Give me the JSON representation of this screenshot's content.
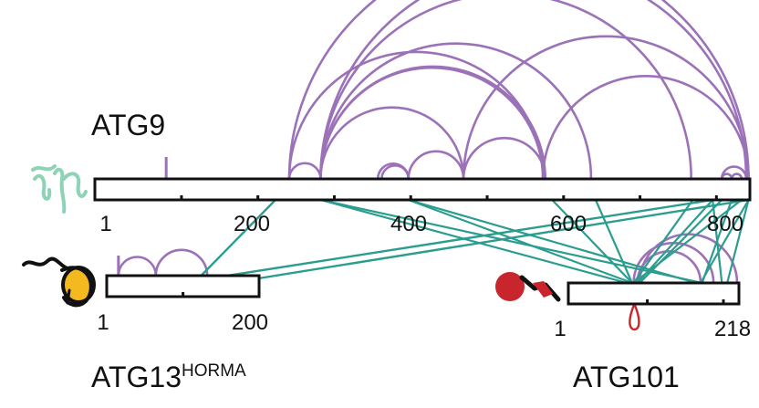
{
  "colors": {
    "intra_link": "#9b72b8",
    "inter_link": "#2a9d8f",
    "bar_outline": "#111111",
    "atg9_icon": "#8fd3b6",
    "atg13_icon": "#f3b91f",
    "atg101_icon": "#c9252d"
  },
  "proteins": {
    "atg9": {
      "name": "ATG9",
      "length": 839,
      "ticks": [
        "1",
        "200",
        "400",
        "600",
        "800"
      ],
      "icon": "atg9-membrane-icon"
    },
    "atg13": {
      "name": "ATG13",
      "superscript": "HORMA",
      "length": 200,
      "ticks": [
        "1",
        "200"
      ],
      "icon": "atg13-horma-icon"
    },
    "atg101": {
      "name": "ATG101",
      "length": 218,
      "ticks": [
        "1",
        "218"
      ],
      "icon": "atg101-icon"
    }
  },
  "crosslinks": {
    "atg9_intra": [
      [
        241,
        282
      ],
      [
        241,
        573
      ],
      [
        241,
        842
      ],
      [
        282,
        573
      ],
      [
        282,
        636
      ],
      [
        282,
        767
      ],
      [
        282,
        839
      ],
      [
        282,
        469
      ],
      [
        282,
        576
      ],
      [
        357,
        397
      ],
      [
        362,
        397
      ],
      [
        397,
        469
      ],
      [
        469,
        576
      ],
      [
        469,
        842
      ],
      [
        573,
        842
      ],
      [
        807,
        820
      ],
      [
        820,
        833
      ],
      [
        807,
        839
      ]
    ],
    "atg9_mono": [
      80
    ],
    "atg13_intra": [
      [
        12,
        63
      ],
      [
        63,
        133
      ]
    ],
    "atg13_mono": [
      12
    ],
    "atg101_intra": [
      [
        82,
        187
      ],
      [
        87,
        170
      ],
      [
        90,
        218
      ]
    ],
    "atg101_loop": [
      83
    ],
    "atg9_atg13": [
      [
        223,
        110
      ],
      [
        842,
        133
      ],
      [
        795,
        65
      ]
    ],
    "atg9_atg101": [
      [
        282,
        73
      ],
      [
        282,
        172
      ],
      [
        397,
        80
      ],
      [
        397,
        164
      ],
      [
        585,
        80
      ],
      [
        642,
        80
      ],
      [
        769,
        82
      ],
      [
        795,
        87
      ],
      [
        807,
        90
      ],
      [
        833,
        82
      ],
      [
        842,
        170
      ],
      [
        820,
        172
      ],
      [
        795,
        198
      ],
      [
        842,
        205
      ]
    ]
  }
}
